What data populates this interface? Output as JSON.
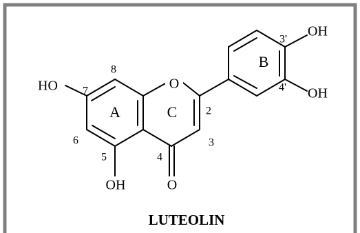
{
  "title": "LUTEOLIN",
  "atoms": {
    "ring_oxygen": "O",
    "carbonyl_oxygen": "O",
    "oh_7": "HO",
    "oh_5": "OH",
    "oh_3p": "OH",
    "oh_4p": "OH"
  },
  "ring_labels": {
    "a": "A",
    "b": "B",
    "c": "C"
  },
  "positions": {
    "p2": "2",
    "p3": "3",
    "p4": "4",
    "p5": "5",
    "p6": "6",
    "p7": "7",
    "p8": "8",
    "p3p": "3'",
    "p4p": "4'"
  },
  "colors": {
    "border": "#808080",
    "ink": "#000000",
    "background": "#ffffff"
  }
}
